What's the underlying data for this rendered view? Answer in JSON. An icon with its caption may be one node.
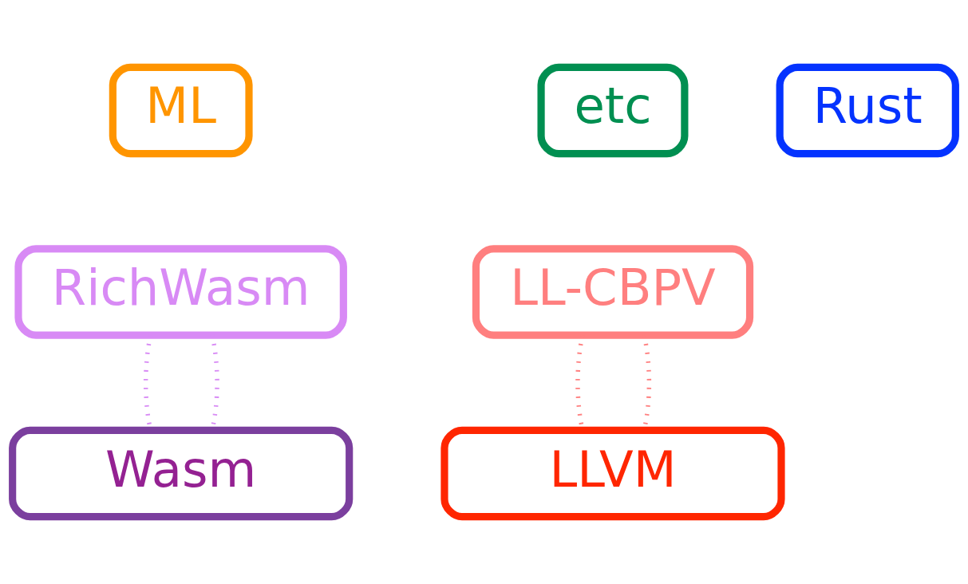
{
  "diagram": {
    "nodes": [
      {
        "text": [
          "ML"
        ]
      },
      {
        "text": [
          "Rust"
        ]
      },
      {
        "text": [
          "etc"
        ]
      },
      {
        "text": [
          "RichWasm"
        ]
      },
      {
        "text": [
          "LL-CBPV"
        ]
      },
      {
        "text": [
          "Wasm"
        ]
      },
      {
        "text": [
          "LLVM"
        ]
      }
    ],
    "edges": [
      {
        "from": 3,
        "to": 5,
        "arrow": "none",
        "style": "dashed",
        "color": "#d88af5"
      },
      {
        "from": 3,
        "to": 5,
        "arrow": "none",
        "style": "dashed",
        "color": "#d88af5"
      },
      {
        "from": 4,
        "to": 6,
        "arrow": "none",
        "style": "dashed",
        "color": "#ff7f7f"
      },
      {
        "from": 4,
        "to": 6,
        "arrow": "none",
        "style": "dashed",
        "color": "#ff7f7f"
      }
    ]
  }
}
